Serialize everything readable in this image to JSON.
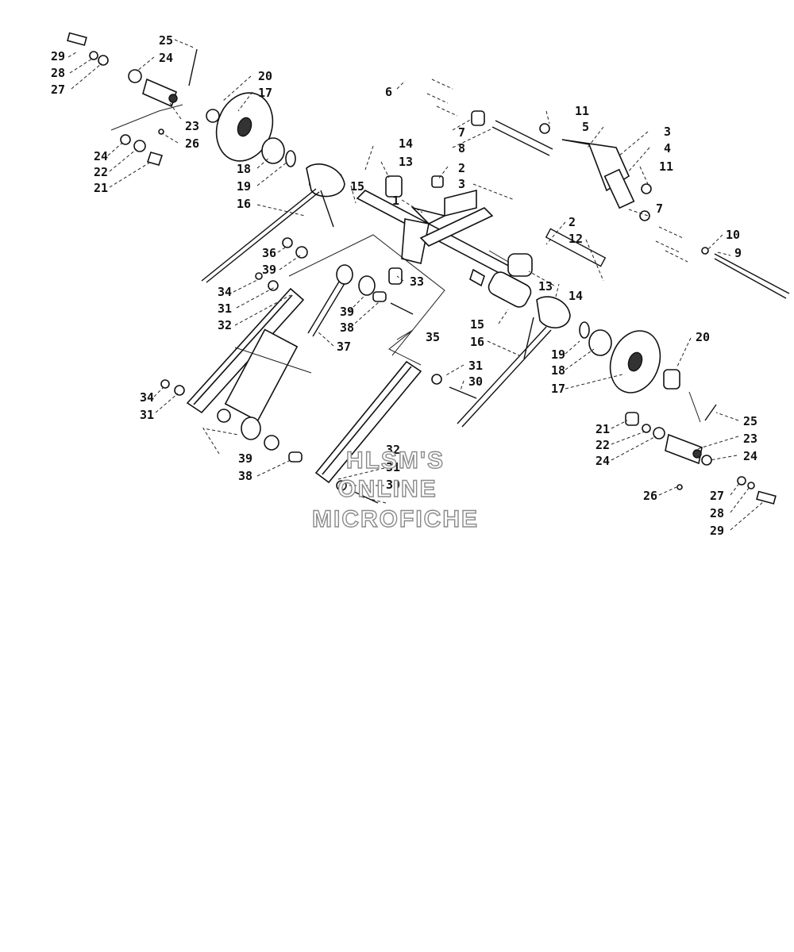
{
  "watermark": {
    "line1": "HLSM'S",
    "line2": "ONLINE",
    "line3": "MICROFICHE"
  },
  "callouts": [
    "29",
    "28",
    "27",
    "25",
    "24",
    "20",
    "17",
    "23",
    "26",
    "24",
    "22",
    "21",
    "18",
    "19",
    "16",
    "6",
    "7",
    "8",
    "11",
    "5",
    "3",
    "4",
    "11",
    "14",
    "13",
    "2",
    "3",
    "1",
    "15",
    "7",
    "10",
    "9",
    "2",
    "12",
    "36",
    "39",
    "34",
    "31",
    "32",
    "33",
    "13",
    "14",
    "39",
    "38",
    "37",
    "35",
    "15",
    "16",
    "19",
    "18",
    "17",
    "20",
    "31",
    "30",
    "34",
    "31",
    "39",
    "38",
    "32",
    "31",
    "30",
    "21",
    "25",
    "22",
    "23",
    "24",
    "24",
    "26",
    "27",
    "28",
    "29"
  ]
}
